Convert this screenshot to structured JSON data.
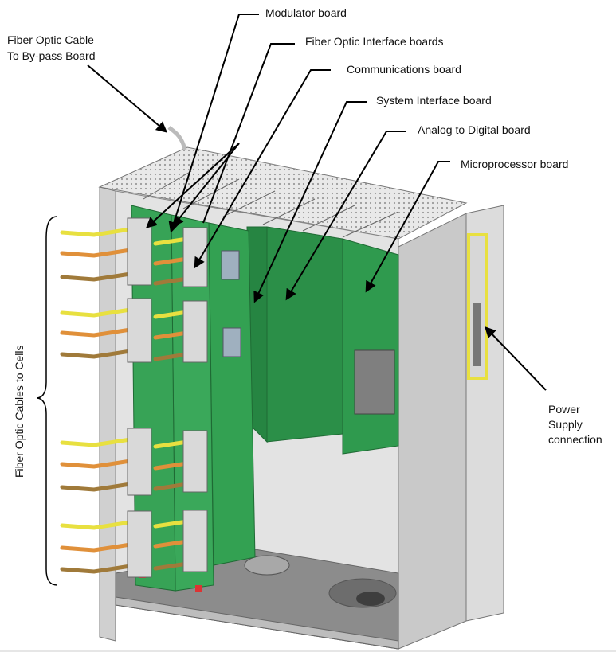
{
  "labels": {
    "modulator": "Modulator board",
    "fiber_interface": "Fiber Optic Interface boards",
    "communications": "Communications board",
    "system_interface": "System Interface board",
    "analog_digital": "Analog to Digital board",
    "microprocessor": "Microprocessor board",
    "fiber_bypass_line1": "Fiber Optic Cable",
    "fiber_bypass_line2": "To By-pass Board",
    "fiber_cells": "Fiber Optic Cables to Cells",
    "power_line1": "Power",
    "power_line2": "Supply",
    "power_line3": "connection"
  },
  "colors": {
    "pcb": "#2f9a4e",
    "pcb_dark": "#1f7a3a",
    "chassis": "#d4d4d4",
    "chassis_dark": "#8a8a8a",
    "cable_yellow": "#e8e040",
    "cable_orange": "#e0903a",
    "cable_brown": "#a07a3a",
    "highlight": "#e8e040"
  }
}
